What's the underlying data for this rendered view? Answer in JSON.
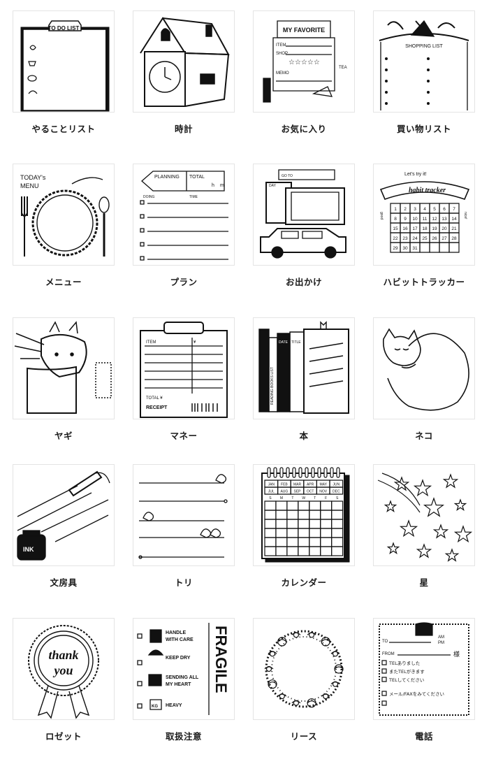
{
  "items": [
    {
      "label": "やることリスト",
      "icon": "todo-list-clipboard-icon",
      "texts": [
        "TO DO LIST"
      ]
    },
    {
      "label": "時計",
      "icon": "clock-house-icon",
      "texts": []
    },
    {
      "label": "お気に入り",
      "icon": "favorite-card-icon",
      "texts": [
        "MY FAVORITE",
        "ITEM",
        "SHOP",
        "MEMO",
        "TEA"
      ]
    },
    {
      "label": "買い物リスト",
      "icon": "shopping-list-bag-icon",
      "texts": [
        "SHOPPING LIST"
      ]
    },
    {
      "label": "メニュー",
      "icon": "menu-plate-icon",
      "texts": [
        "TODAY's",
        "MENU"
      ]
    },
    {
      "label": "プラン",
      "icon": "planning-pencil-icon",
      "texts": [
        "PLANNING",
        "TOTAL",
        "DOING",
        "TIME",
        "h",
        "m"
      ]
    },
    {
      "label": "お出かけ",
      "icon": "car-luggage-icon",
      "texts": [
        "GO TO",
        "DAY"
      ]
    },
    {
      "label": "ハビットトラッカー",
      "icon": "habit-tracker-calendar-icon",
      "texts": [
        "Let's try it!",
        "habit tracker",
        "good",
        "nice!"
      ],
      "numbers": [
        "1",
        "2",
        "3",
        "4",
        "5",
        "6",
        "7",
        "8",
        "9",
        "10",
        "11",
        "12",
        "13",
        "14",
        "15",
        "16",
        "17",
        "18",
        "19",
        "20",
        "21",
        "22",
        "23",
        "24",
        "25",
        "26",
        "27",
        "28",
        "29",
        "30",
        "31"
      ]
    },
    {
      "label": "ヤギ",
      "icon": "goat-icon",
      "texts": []
    },
    {
      "label": "マネー",
      "icon": "receipt-clipboard-icon",
      "texts": [
        "ITEM",
        "¥",
        "TOTAL ¥",
        "RECEIPT"
      ]
    },
    {
      "label": "本",
      "icon": "books-icon",
      "texts": [
        "DATE",
        "TITLE",
        "READING BOOKS LIST"
      ]
    },
    {
      "label": "ネコ",
      "icon": "sleeping-cat-icon",
      "texts": []
    },
    {
      "label": "文房具",
      "icon": "pen-ink-bottle-icon",
      "texts": [
        "INK"
      ]
    },
    {
      "label": "トリ",
      "icon": "birds-on-lines-icon",
      "texts": []
    },
    {
      "label": "カレンダー",
      "icon": "spiral-calendar-icon",
      "texts": [
        "JAN",
        "FEB",
        "MAR",
        "APR",
        "MAY",
        "JUN",
        "JUL",
        "AUG",
        "SEP",
        "OCT",
        "NOV",
        "DEC",
        "S",
        "M",
        "T",
        "W",
        "T",
        "F",
        "S"
      ]
    },
    {
      "label": "星",
      "icon": "shooting-stars-icon",
      "texts": []
    },
    {
      "label": "ロゼット",
      "icon": "thank-you-rosette-icon",
      "texts": [
        "thank",
        "you"
      ]
    },
    {
      "label": "取扱注意",
      "icon": "fragile-label-icon",
      "texts": [
        "HANDLE",
        "WITH CARE",
        "KEEP DRY",
        "SENDING ALL",
        "MY HEART",
        "KG",
        "HEAVY",
        "FRAGILE"
      ]
    },
    {
      "label": "リース",
      "icon": "flower-wreath-icon",
      "texts": []
    },
    {
      "label": "電話",
      "icon": "telephone-memo-icon",
      "texts": [
        "TO",
        "AM",
        "PM",
        "FROM",
        "様",
        "TELありました",
        "またTELがきます",
        "TELしてください",
        "メール/FAXをみてください"
      ]
    }
  ]
}
